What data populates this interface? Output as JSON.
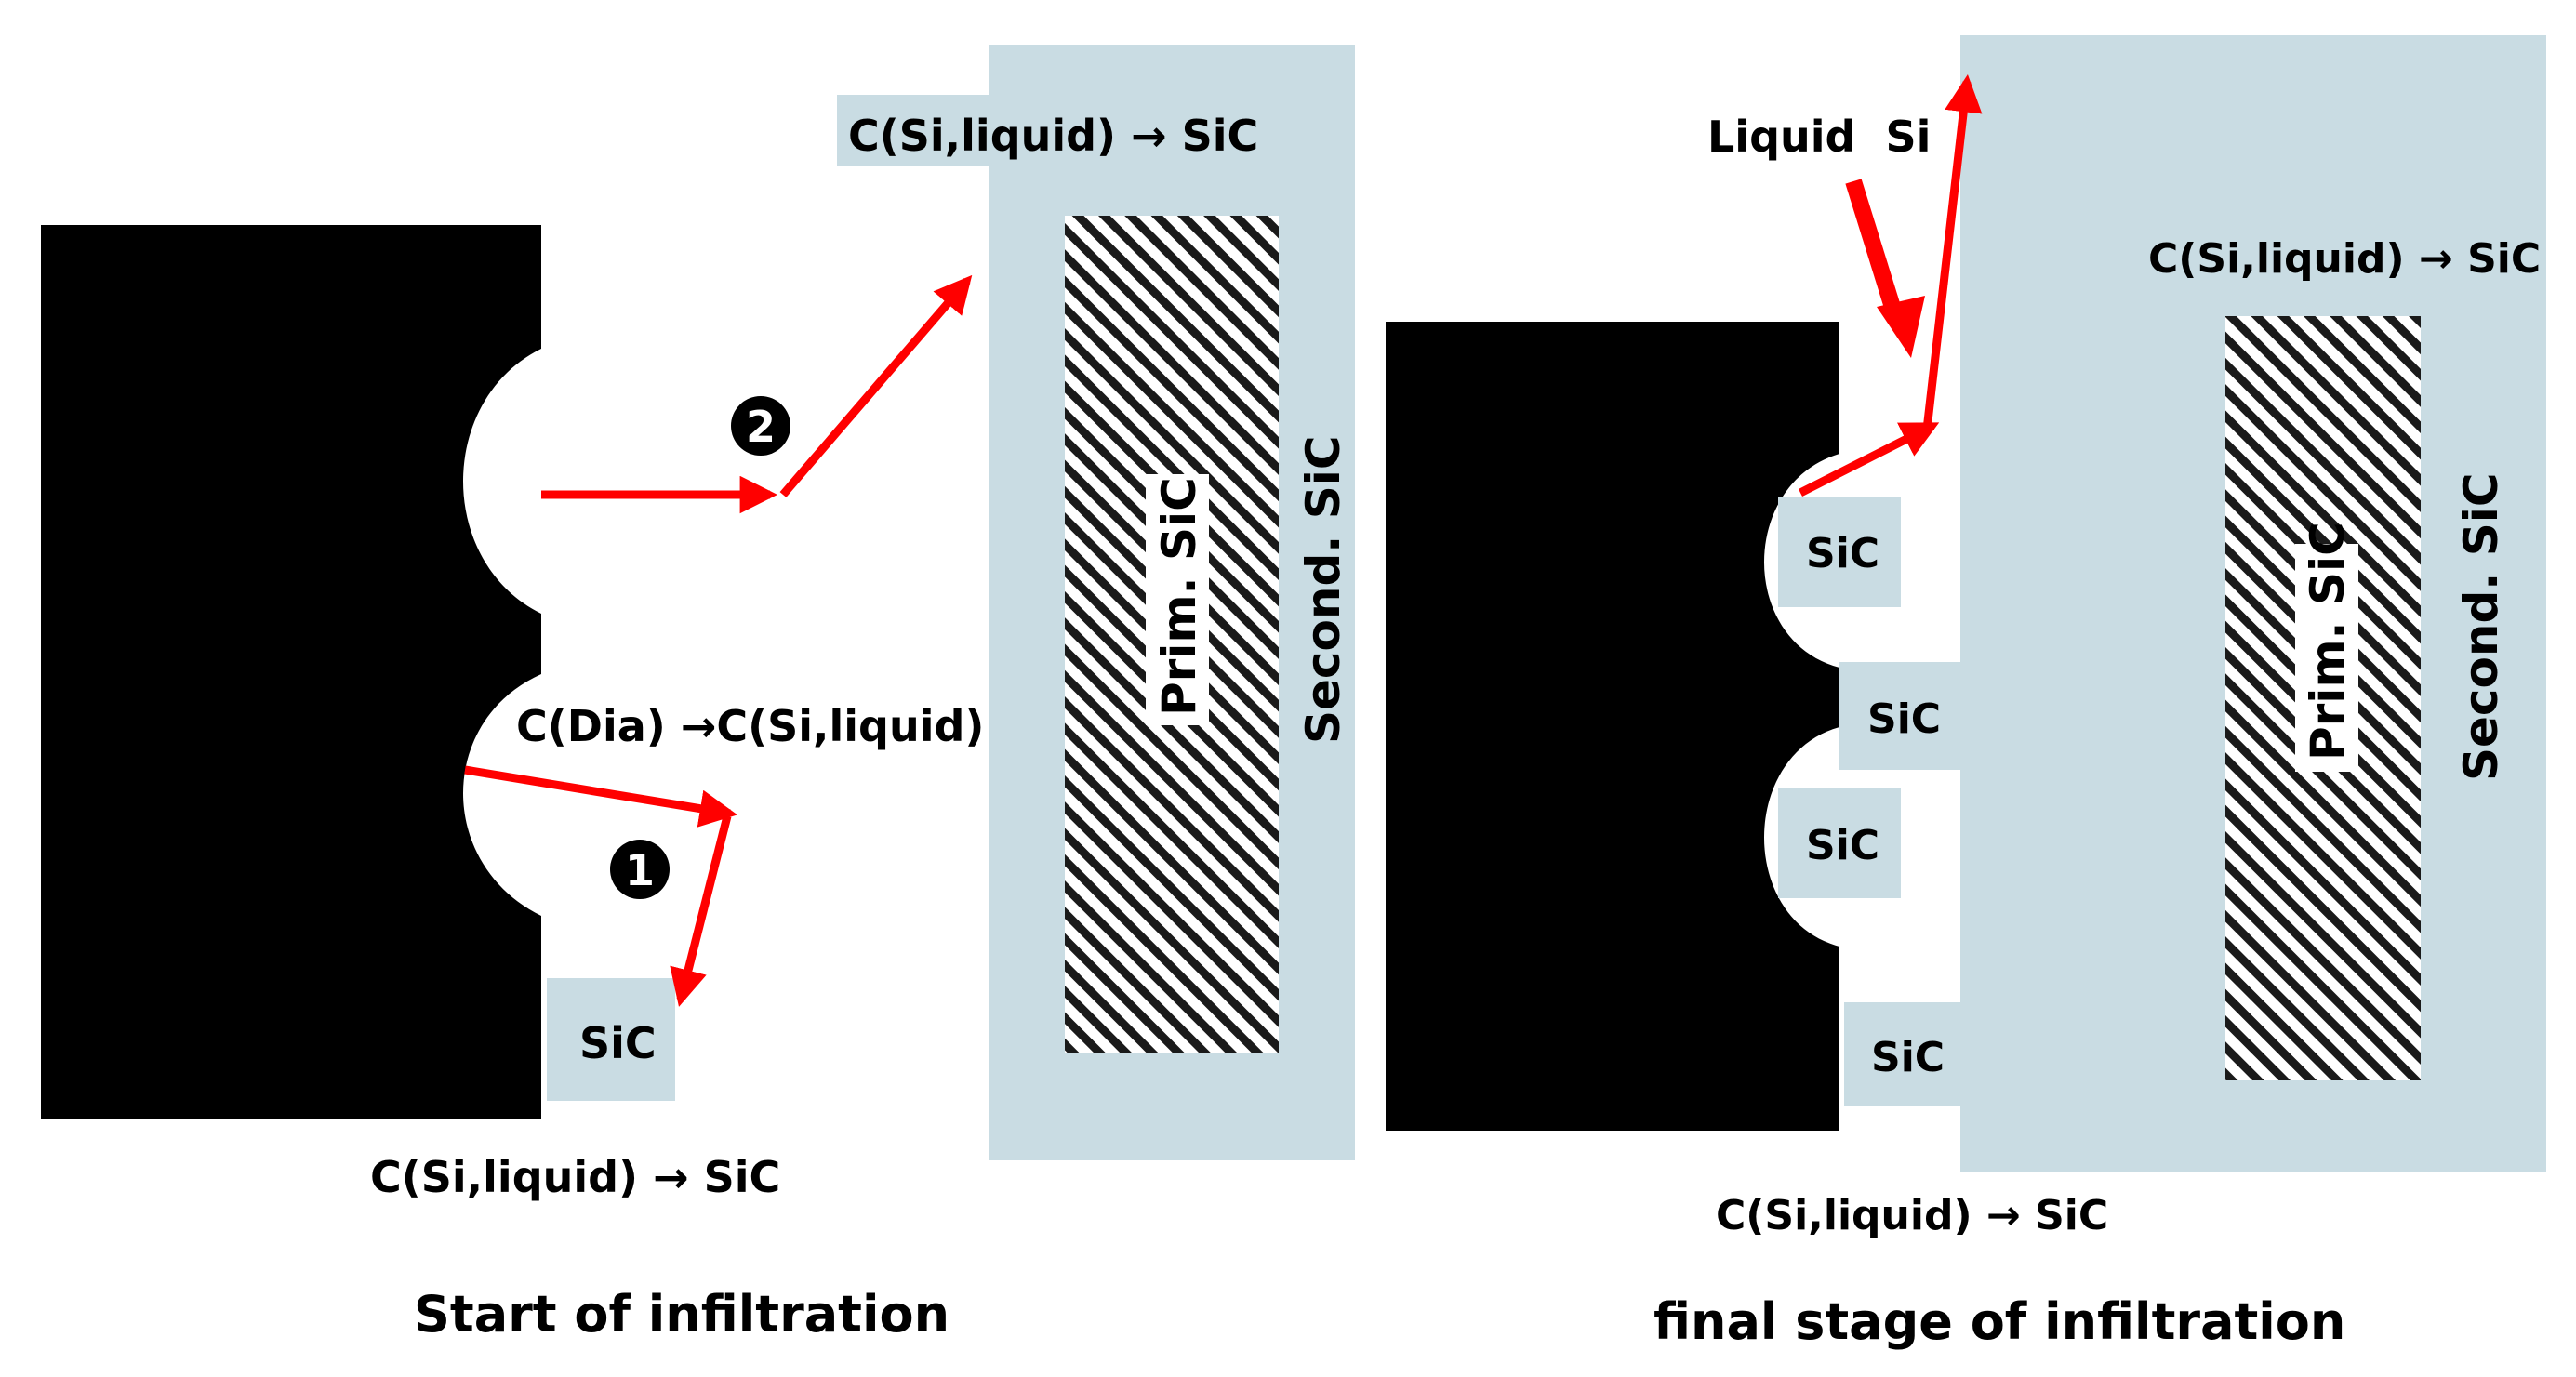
{
  "colors": {
    "light_blue": "#c9dce3",
    "black": "#000000",
    "arrow_red": "#ff0000",
    "white": "#ffffff"
  },
  "left_panel": {
    "caption": "Start of infiltration",
    "top_reaction": "C(Si,liquid) → SiC",
    "dia_reaction": "C(Dia) →C(Si,liquid)",
    "bottom_reaction": "C(Si,liquid) → SiC",
    "sic_label": "SiC",
    "prim_label": "Prim. SiC",
    "second_label": "Second. SiC",
    "step_1": "1",
    "step_2": "2"
  },
  "right_panel": {
    "caption": "final stage of infiltration",
    "liquid_si": "Liquid  Si",
    "top_reaction": "C(Si,liquid) → SiC",
    "bottom_reaction": "C(Si,liquid) → SiC",
    "sic_labels": [
      "SiC",
      "SiC",
      "SiC",
      "SiC"
    ],
    "prim_label": "Prim. SiC",
    "second_label": "Second. SiC"
  }
}
